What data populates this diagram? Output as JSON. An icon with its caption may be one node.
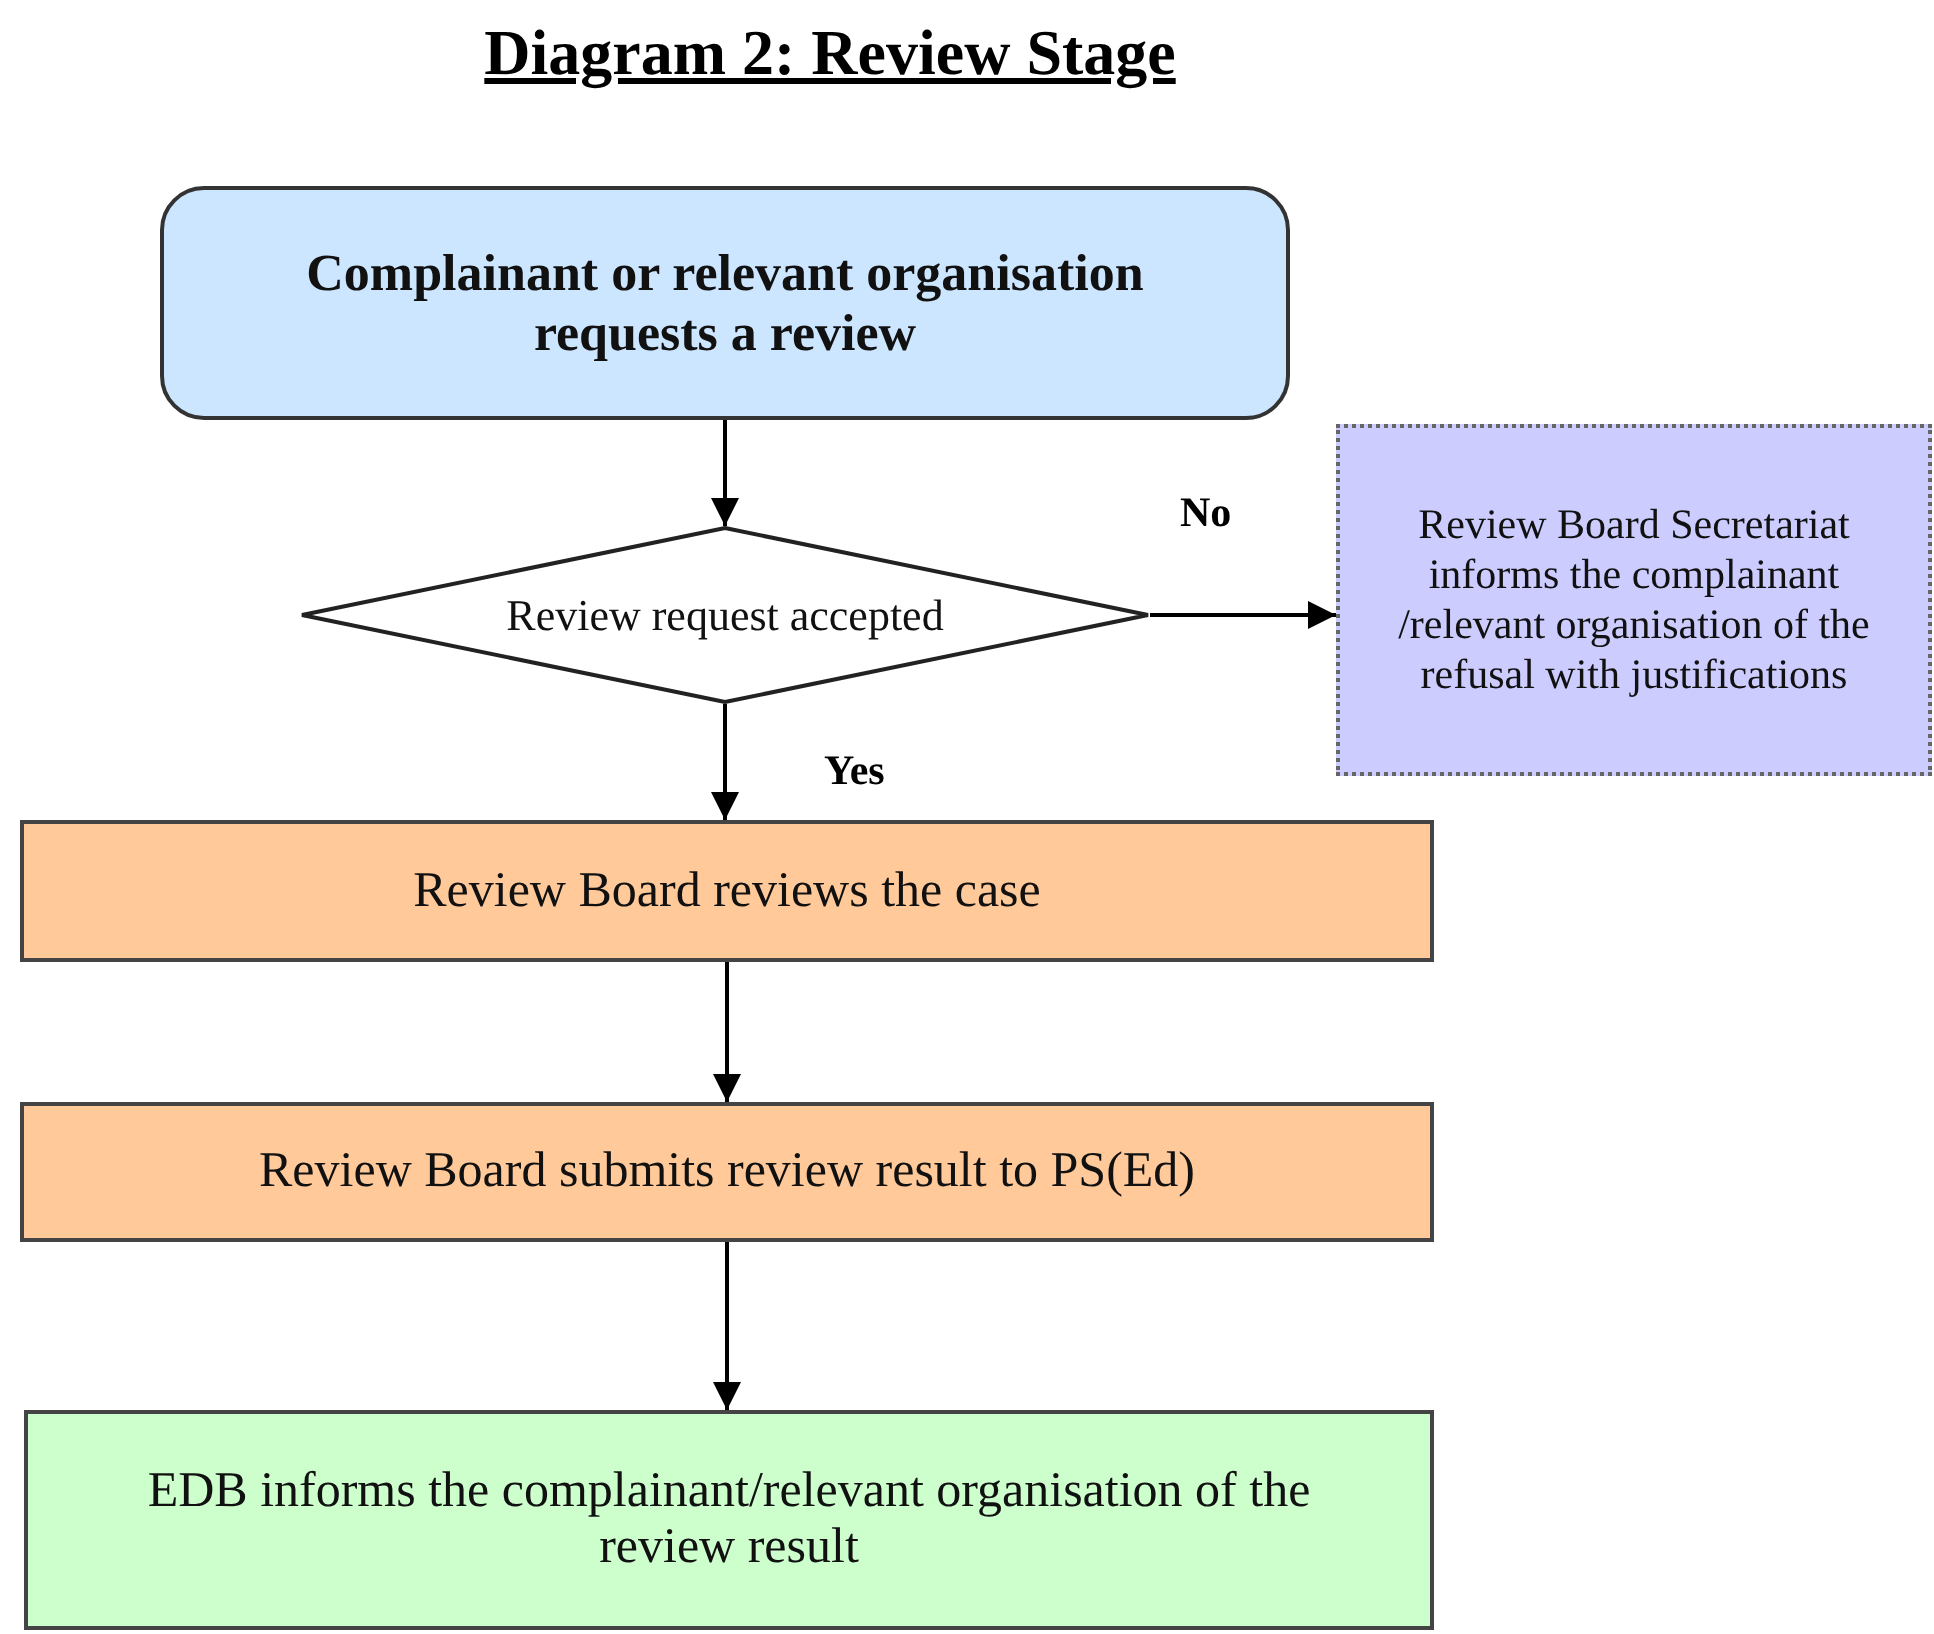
{
  "diagram": {
    "title": "Diagram 2: Review Stage",
    "nodes": [
      {
        "text": [
          "Complainant or relevant organisation requests a review"
        ]
      },
      {
        "text": [
          "Review request accepted"
        ]
      },
      {
        "text": [
          "Review Board Secretariat informs the complainant /relevant organisation of the refusal with justifications"
        ]
      },
      {
        "text": [
          "Review Board reviews the case"
        ]
      },
      {
        "text": [
          "Review Board submits review result to PS(Ed)"
        ]
      },
      {
        "text": [
          "EDB informs the complainant/relevant organisation of the review result"
        ]
      }
    ],
    "edges": [
      {
        "from": 0,
        "to": 1,
        "arrow": "to"
      },
      {
        "from": 1,
        "to": 2,
        "arrow": "to",
        "label": "No"
      },
      {
        "from": 1,
        "to": 3,
        "arrow": "to",
        "label": "Yes"
      },
      {
        "from": 3,
        "to": 4,
        "arrow": "to"
      },
      {
        "from": 4,
        "to": 5,
        "arrow": "to"
      }
    ]
  }
}
